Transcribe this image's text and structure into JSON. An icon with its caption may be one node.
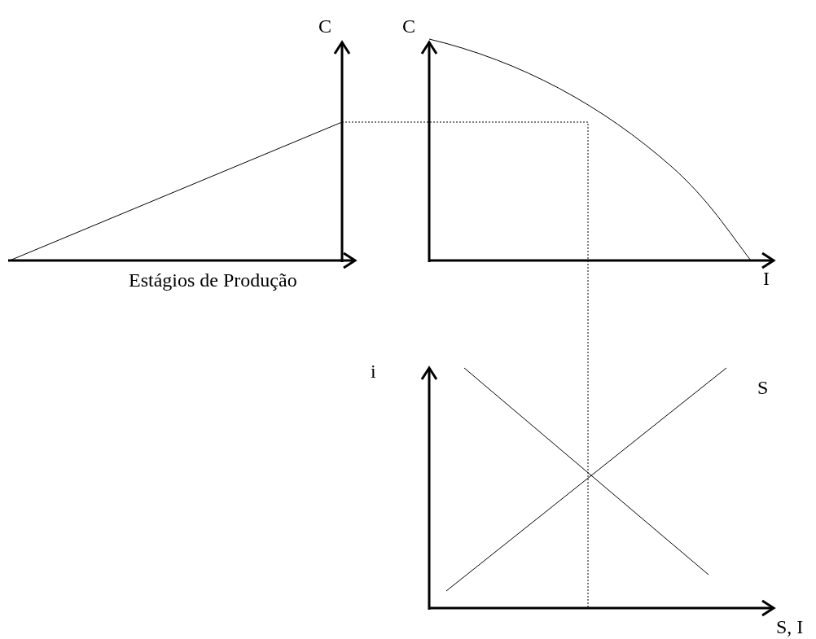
{
  "diagram": {
    "labels": [
      "C",
      "C",
      "Estágios de Produção",
      "I",
      "i",
      "S",
      "S, I"
    ]
  }
}
